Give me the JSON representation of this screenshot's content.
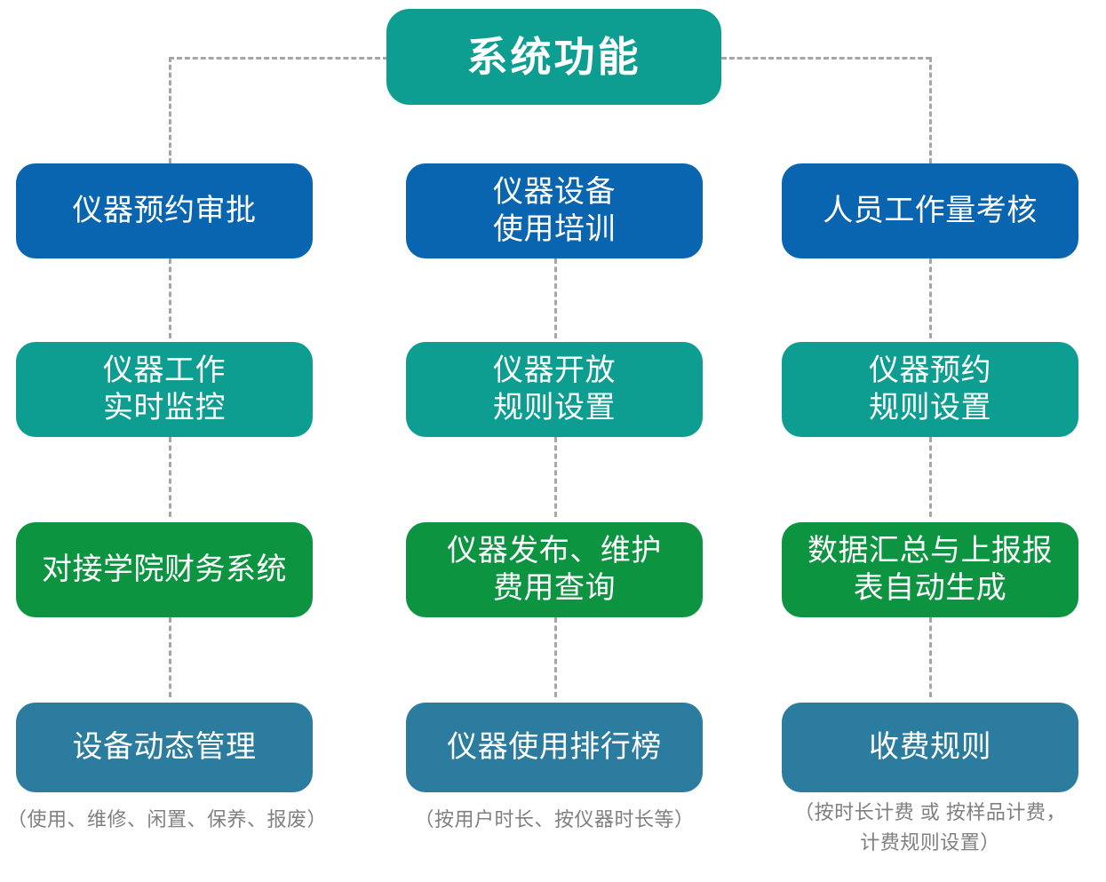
{
  "diagram": {
    "title": {
      "label": "系统功能",
      "color": "#0E9E91"
    },
    "colors": {
      "row1": "#0A65B0",
      "row2": "#0E9E91",
      "row3": "#0D9440",
      "row4": "#2B7C9E",
      "connector": "#a6a6a6",
      "caption": "#808080",
      "background": "#ffffff"
    },
    "columns": [
      {
        "name": "column-left",
        "nodes": [
          {
            "label": "仪器预约审批",
            "row": 1
          },
          {
            "label": "仪器工作\n实时监控",
            "row": 2
          },
          {
            "label": "对接学院财务系统",
            "row": 3
          },
          {
            "label": "设备动态管理",
            "row": 4
          }
        ],
        "caption": "（使用、维修、闲置、保养、报废）"
      },
      {
        "name": "column-middle",
        "nodes": [
          {
            "label": "仪器设备\n使用培训",
            "row": 1
          },
          {
            "label": "仪器开放\n规则设置",
            "row": 2
          },
          {
            "label": "仪器发布、维护\n费用查询",
            "row": 3
          },
          {
            "label": "仪器使用排行榜",
            "row": 4
          }
        ],
        "caption": "（按用户时长、按仪器时长等）"
      },
      {
        "name": "column-right",
        "nodes": [
          {
            "label": "人员工作量考核",
            "row": 1
          },
          {
            "label": "仪器预约\n规则设置",
            "row": 2
          },
          {
            "label": "数据汇总与上报报\n表自动生成",
            "row": 3
          },
          {
            "label": "收费规则",
            "row": 4
          }
        ],
        "caption": "（按时长计费 或 按样品计费，\n计费规则设置）"
      }
    ]
  }
}
